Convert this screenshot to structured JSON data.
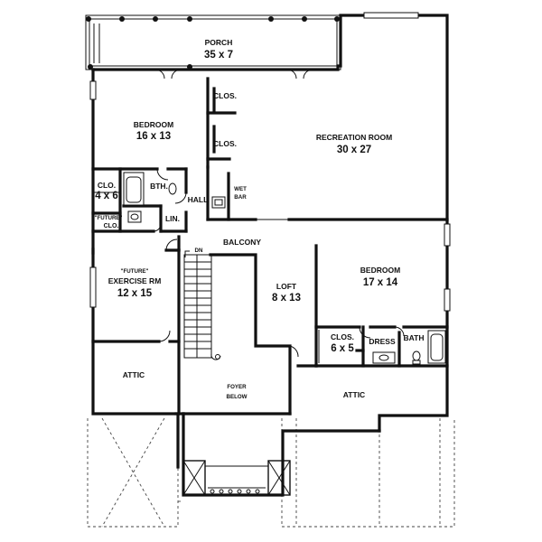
{
  "rooms": {
    "porch": {
      "name": "PORCH",
      "size": "35 x 7"
    },
    "bedroom1": {
      "name": "BEDROOM",
      "size": "16 x 13"
    },
    "clos_upper": {
      "name": "CLOS."
    },
    "clos_lower": {
      "name": "CLOS."
    },
    "recreation": {
      "name": "RECREATION ROOM",
      "size": "30 x 27"
    },
    "clo_small": {
      "name": "CLO.",
      "size": "4 x 6"
    },
    "bth": {
      "name": "BTH."
    },
    "hall": {
      "name": "HALL"
    },
    "wetbar": {
      "line1": "WET",
      "line2": "BAR"
    },
    "future_clo": {
      "line1": "\"FUTURE\"",
      "line2": "CLO."
    },
    "lin": {
      "name": "LIN."
    },
    "dn": {
      "name": "DN"
    },
    "balcony": {
      "name": "BALCONY"
    },
    "exercise": {
      "tag": "\"FUTURE\"",
      "name": "EXERCISE RM",
      "size": "12 x 15"
    },
    "loft": {
      "name": "LOFT",
      "size": "8 x 13"
    },
    "bedroom2": {
      "name": "BEDROOM",
      "size": "17 x 14"
    },
    "clos2": {
      "name": "CLOS.",
      "size": "6 x 5"
    },
    "dress": {
      "name": "DRESS"
    },
    "bath": {
      "name": "BATH"
    },
    "attic_left": {
      "name": "ATTIC"
    },
    "foyer": {
      "line1": "FOYER",
      "line2": "BELOW"
    },
    "attic_right": {
      "name": "ATTIC"
    }
  }
}
